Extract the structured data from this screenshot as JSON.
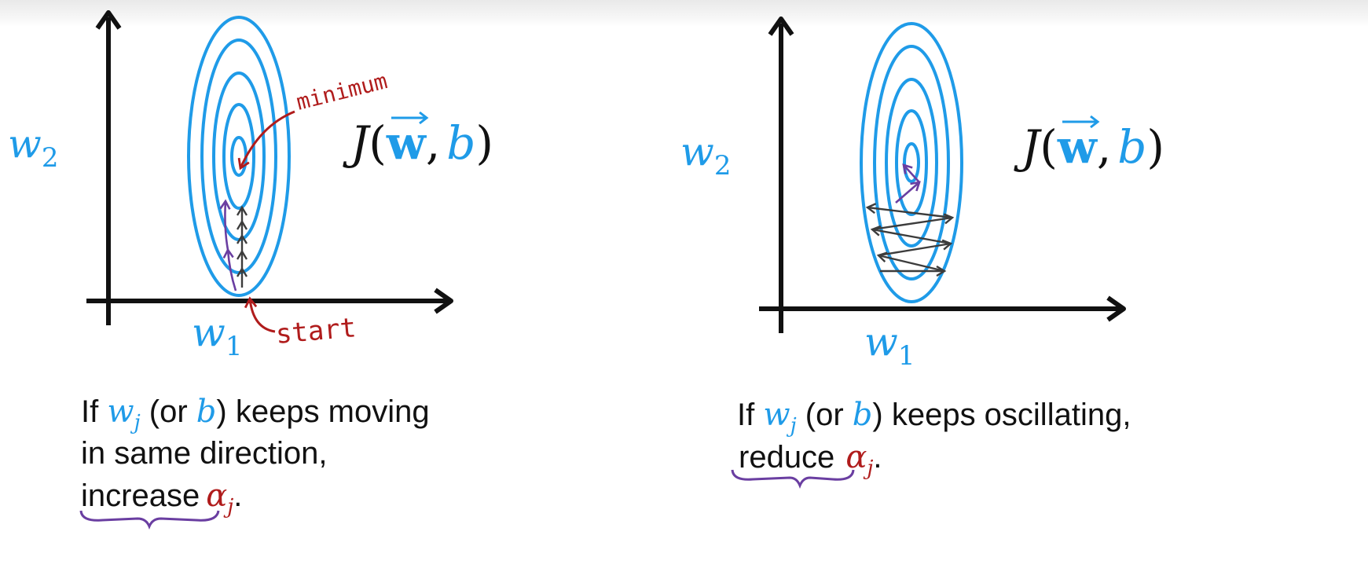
{
  "colors": {
    "contour": "#1f9be8",
    "axis": "#111111",
    "variable": "#1f9be8",
    "annotation": "#b01c1c",
    "path": "#6a3ea1",
    "steps": "#3c3c3c",
    "text": "#111111"
  },
  "left_panel": {
    "function": {
      "J": "J",
      "open": "(",
      "w": "w",
      "comma": ",",
      "b": "b",
      "close": ")"
    },
    "y_label": {
      "var": "w",
      "sub": "2"
    },
    "x_label": {
      "var": "w",
      "sub": "1"
    },
    "annotations": {
      "minimum": "minimum",
      "start": "start"
    },
    "caption": {
      "line1_pre": "If ",
      "wj_var": "w",
      "wj_sub": "j",
      "line1_mid": " (or ",
      "b": "b",
      "line1_post": ") keeps moving",
      "line2": "in same direction,",
      "action": "increase",
      "alpha": "α",
      "alpha_sub": "j",
      "end": "."
    }
  },
  "right_panel": {
    "function": {
      "J": "J",
      "open": "(",
      "w": "w",
      "comma": ",",
      "b": "b",
      "close": ")"
    },
    "y_label": {
      "var": "w",
      "sub": "2"
    },
    "x_label": {
      "var": "w",
      "sub": "1"
    },
    "caption": {
      "line1_pre": "If ",
      "wj_var": "w",
      "wj_sub": "j",
      "line1_mid": " (or ",
      "b": "b",
      "line1_post": ") keeps oscillating,",
      "action": "reduce",
      "alpha": "α",
      "alpha_sub": "j",
      "end": "."
    }
  }
}
